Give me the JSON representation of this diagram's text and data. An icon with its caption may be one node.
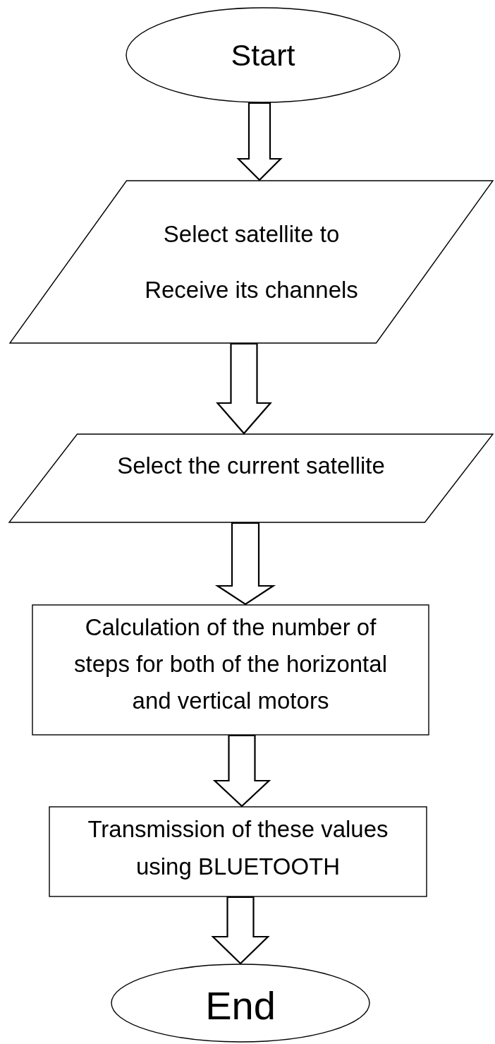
{
  "diagram": {
    "nodes": [
      {
        "text": [
          "Start"
        ]
      },
      {
        "text": [
          "Select satellite to Receive its channels"
        ]
      },
      {
        "text": [
          "Select the current satellite"
        ]
      },
      {
        "text": [
          "Calculation of the number of steps for both of the horizontal and vertical motors"
        ]
      },
      {
        "text": [
          "Transmission of these values using BLUETOOTH"
        ]
      },
      {
        "text": [
          "End"
        ]
      }
    ],
    "edges": [
      {
        "from": 0,
        "to": 1,
        "arrow": "to"
      },
      {
        "from": 1,
        "to": 2,
        "arrow": "to"
      },
      {
        "from": 2,
        "to": 3,
        "arrow": "to"
      },
      {
        "from": 3,
        "to": 4,
        "arrow": "to"
      },
      {
        "from": 4,
        "to": 5,
        "arrow": "to"
      }
    ]
  }
}
